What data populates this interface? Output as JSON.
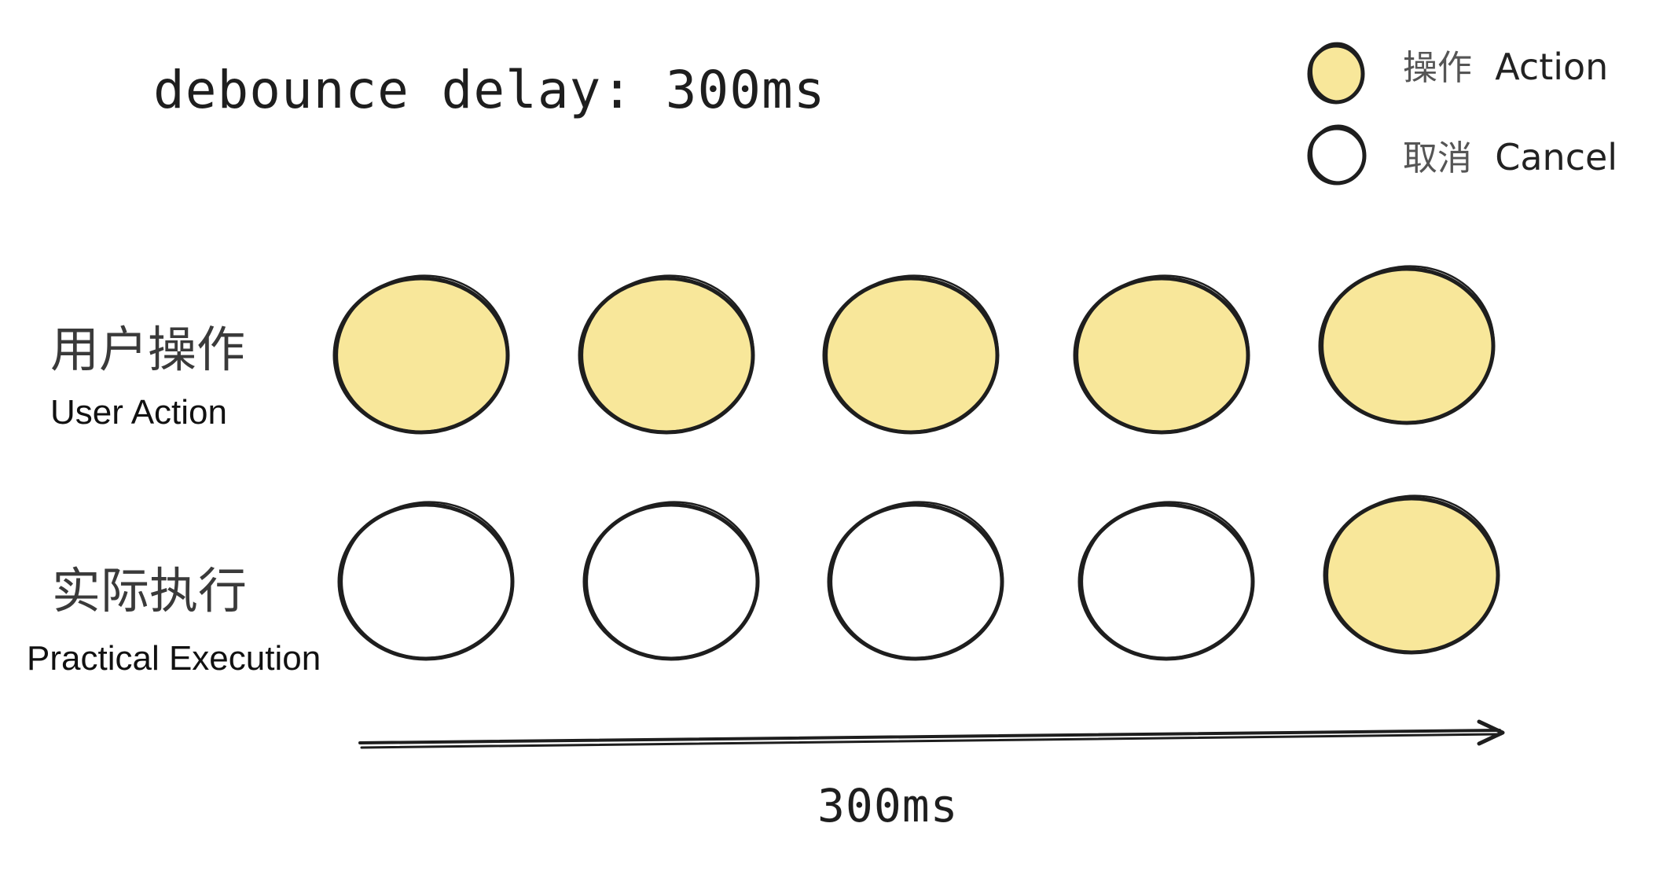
{
  "title": "debounce delay: 300ms",
  "legend": {
    "action_zh": "操作",
    "action_en": "Action",
    "cancel_zh": "取消",
    "cancel_en": "Cancel"
  },
  "rows": [
    {
      "label_zh": "用户操作",
      "label_en": "User Action",
      "states": [
        "action",
        "action",
        "action",
        "action",
        "action"
      ]
    },
    {
      "label_zh": "实际执行",
      "label_en": "Practical Execution",
      "states": [
        "cancel",
        "cancel",
        "cancel",
        "cancel",
        "action"
      ]
    }
  ],
  "axis_label": "300ms",
  "colors": {
    "action_fill": "#f8e79a",
    "cancel_fill": "#ffffff",
    "stroke": "#1e1e1e"
  }
}
